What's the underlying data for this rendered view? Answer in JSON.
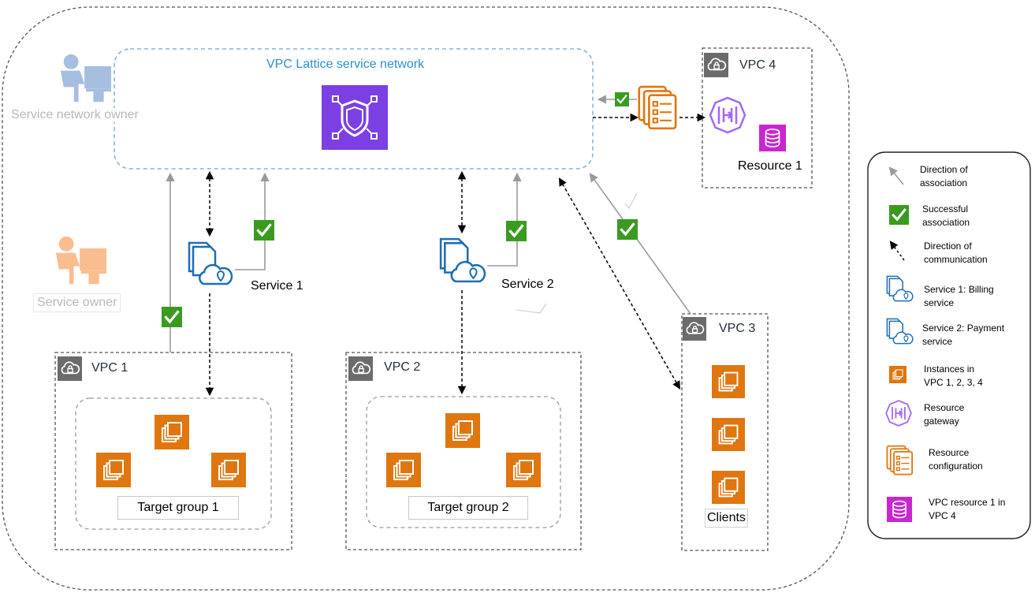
{
  "diagram": {
    "service_network": {
      "title": "VPC Lattice service network",
      "owner_label": "Service network owner"
    },
    "service_owner_label": "Service owner",
    "services": [
      {
        "label": "Service 1"
      },
      {
        "label": "Service 2"
      }
    ],
    "vpcs": [
      {
        "label": "VPC 1",
        "target_group": "Target group 1"
      },
      {
        "label": "VPC 2",
        "target_group": "Target group 2"
      },
      {
        "label": "VPC 3",
        "clients_label": "Clients"
      },
      {
        "label": "VPC 4",
        "resource_label": "Resource 1"
      }
    ]
  },
  "legend": [
    {
      "icon": "gray-arrow-icon",
      "text": "Direction of association"
    },
    {
      "icon": "green-check-icon",
      "text": "Successful association"
    },
    {
      "icon": "dashed-arrow-icon",
      "text": "Direction of communication"
    },
    {
      "icon": "service-icon",
      "text": "Service 1: Billing service"
    },
    {
      "icon": "service-icon",
      "text": "Service 2: Payment service"
    },
    {
      "icon": "instance-icon",
      "text": "Instances in VPC 1, 2, 3, 4"
    },
    {
      "icon": "resource-gateway-icon",
      "text": "Resource gateway"
    },
    {
      "icon": "resource-configuration-icon",
      "text": "Resource configuration"
    },
    {
      "icon": "vpc-resource-icon",
      "text": "VPC resource 1 in VPC 4"
    }
  ],
  "colors": {
    "lattice_purple": "#7b3fe4",
    "instance_orange": "#e0760f",
    "check_green": "#3a9b1f",
    "service_blue": "#1f6db3",
    "network_border": "#6ea4c8",
    "network_title": "#2b8fc7",
    "gateway_purple": "#a166ff",
    "resource_magenta": "#c925d1"
  }
}
